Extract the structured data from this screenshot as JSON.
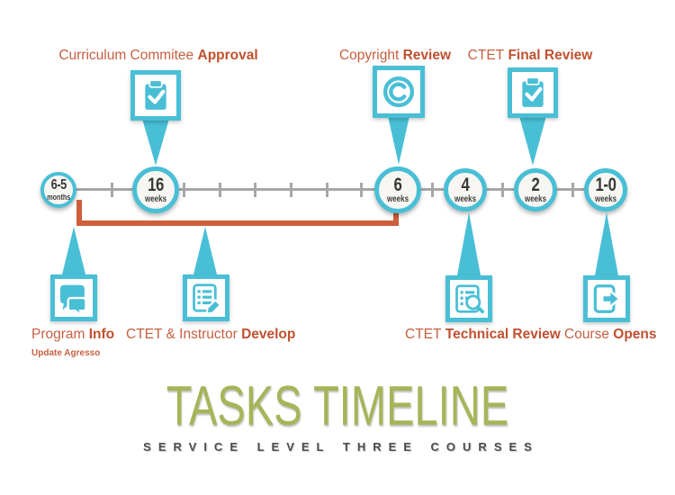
{
  "colors": {
    "teal": "#49bfd6",
    "bracket_orange": "#cf5f3a",
    "label_orange": "#c65f40",
    "title_green": "#a7b458",
    "subtitle_gray": "#4b4b4b",
    "timeline_gray": "#a7a7a7",
    "node_fill": "#f8f6f2"
  },
  "timeline": {
    "nodes": [
      {
        "value": "6-5",
        "unit": "months"
      },
      {
        "value": "16",
        "unit": "weeks"
      },
      {
        "value": "6",
        "unit": "weeks"
      },
      {
        "value": "4",
        "unit": "weeks"
      },
      {
        "value": "2",
        "unit": "weeks"
      },
      {
        "value": "1-0",
        "unit": "weeks"
      }
    ]
  },
  "annotations_top": [
    {
      "label": "Curriculum Commitee",
      "label_bold": "Approval",
      "icon": "clipboard-check-icon"
    },
    {
      "label": "Copyright",
      "label_bold": "Review",
      "icon": "copyright-icon"
    },
    {
      "label": "CTET",
      "label_bold": "Final Review",
      "icon": "clipboard-check-icon"
    }
  ],
  "annotations_bottom": [
    {
      "label": "Program",
      "label_bold": "Info",
      "sub_label": "Update Agresso",
      "icon": "chat-bubbles-icon"
    },
    {
      "label": "CTET & Instructor",
      "label_bold": "Develop",
      "icon": "document-pencil-icon"
    },
    {
      "label": "CTET",
      "label_bold": "Technical Review",
      "icon": "document-search-icon"
    },
    {
      "label": "Course",
      "label_bold": "Opens",
      "icon": "exit-arrow-icon"
    }
  ],
  "title": {
    "heading": "TASKS TIMELINE",
    "subheading": "SERVICE LEVEL THREE COURSES"
  }
}
